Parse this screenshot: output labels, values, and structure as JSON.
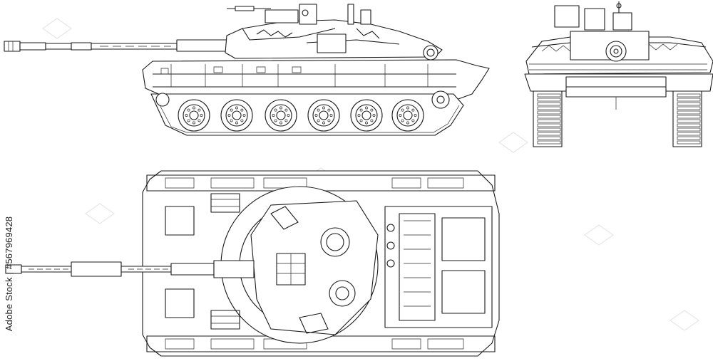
{
  "stock_id": "Adobe Stock | #567969428",
  "views": {
    "side": "side-view",
    "front": "front-view",
    "top": "top-view"
  },
  "colors": {
    "line": "#1a1a1a",
    "background": "#ffffff",
    "watermark": "#e6e6e6"
  }
}
